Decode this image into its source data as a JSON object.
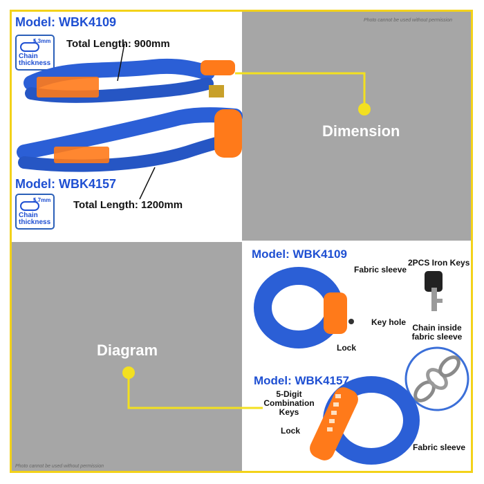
{
  "watermark_top": "Photo cannot be used without permission",
  "watermark_bottom": "Photo cannot be used without permission",
  "dimension_panel": {
    "label": "Dimension",
    "products": [
      {
        "model": "Model: WBK4109",
        "thickness": "5.3mm",
        "thickness_label": "Chain thickness",
        "length": "Total Length: 900mm"
      },
      {
        "model": "Model: WBK4157",
        "thickness": "5.7mm",
        "thickness_label": "Chain thickness",
        "length": "Total Length: 1200mm"
      }
    ]
  },
  "diagram_panel": {
    "label": "Diagram",
    "product_a": {
      "model": "Model: WBK4109",
      "fabric_sleeve": "Fabric sleeve",
      "key_hole": "Key hole",
      "lock": "Lock",
      "iron_keys": "2PCS Iron Keys",
      "chain_inside": "Chain inside fabric sleeve"
    },
    "product_b": {
      "model": "Model: WBK4157",
      "combination_keys": "5-Digit Combination Keys",
      "lock": "Lock",
      "fabric_sleeve": "Fabric sleeve"
    }
  },
  "colors": {
    "accent": "#f3d21a",
    "model_text": "#1e4fd2",
    "sleeve_blue": "#2b5fd6",
    "lock_orange": "#ff7a1a"
  }
}
